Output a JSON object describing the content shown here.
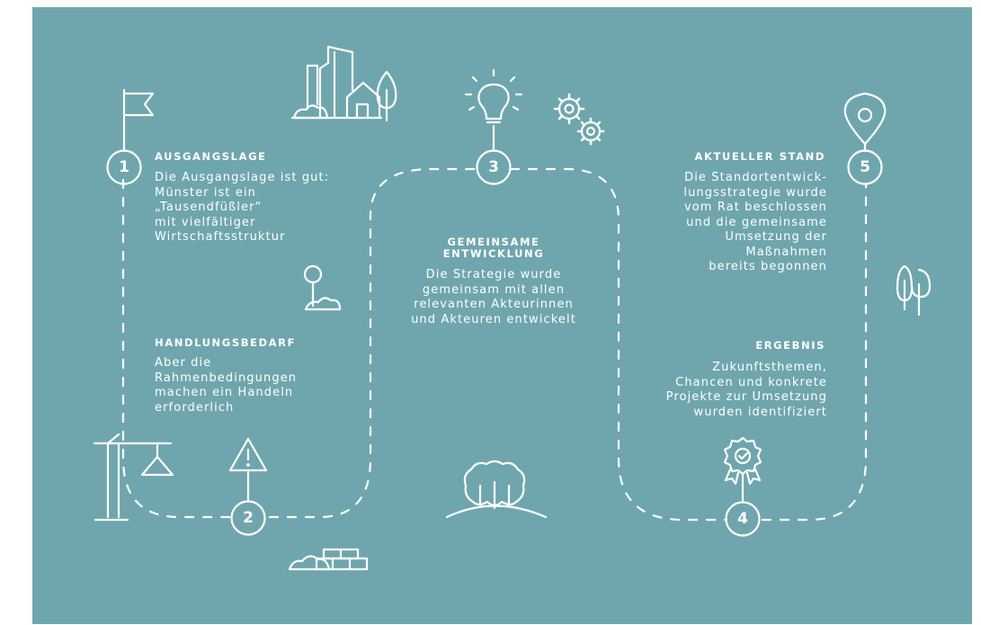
{
  "colors": {
    "background": "#6fa6ae",
    "line": "#ffffff"
  },
  "steps": [
    {
      "number": "1",
      "heading": "AUSGANGSLAGE",
      "body": "Die Ausgangslage ist gut:\nMünster ist ein\n„Tausendfüßler“\nmit vielfältiger\nWirtschaftsstruktur"
    },
    {
      "number": "2",
      "heading": "HANDLUNGSBEDARF",
      "body": "Aber die\nRahmenbedingungen\nmachen ein Handeln\nerforderlich"
    },
    {
      "number": "3",
      "heading": "GEMEINSAME\nENTWICKLUNG",
      "body": "Die Strategie wurde\ngemeinsam mit allen\nrelevanten Akteurinnen\nund Akteuren entwickelt"
    },
    {
      "number": "4",
      "heading": "ERGEBNIS",
      "body": "Zukunftsthemen,\nChancen und konkrete\nProjekte zur Umsetzung\nwurden identifiziert"
    },
    {
      "number": "5",
      "heading": "AKTUELLER STAND",
      "body": "Die Standortentwick-\nlungsstrategie wurde\nvom Rat beschlossen\nund die gemeinsame\nUmsetzung der\nMaßnahmen\nbereits begonnen"
    }
  ],
  "icons": [
    "flag-icon",
    "city-buildings-icon",
    "sapling-icon",
    "crane-icon",
    "warning-icon",
    "bricks-icon",
    "lightbulb-icon",
    "gears-icon",
    "forest-hill-icon",
    "award-icon",
    "location-pin-icon",
    "trees-icon"
  ]
}
